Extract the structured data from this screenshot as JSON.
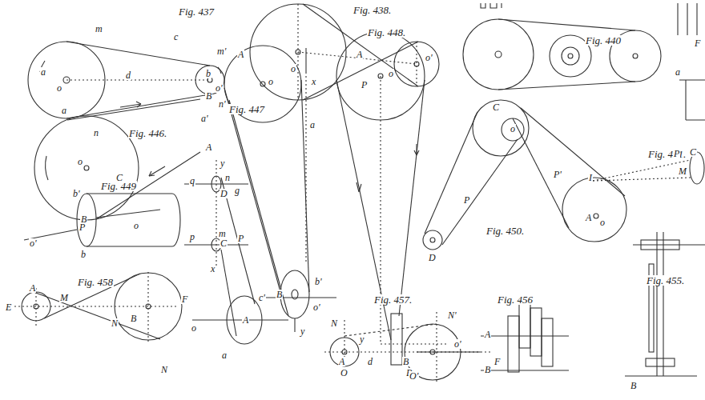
{
  "diagram": {
    "labels": [
      "Fig. 437",
      "m",
      "c",
      "m'",
      "a",
      "o",
      "d",
      "b",
      "o'",
      "n",
      "n'",
      "Fig. 438.",
      "o",
      "P",
      "o'",
      "Fig. 440",
      "F",
      "a",
      "Fig. 446.",
      "a",
      "B",
      "A",
      "o",
      "C",
      "P",
      "Fig. 447",
      "A",
      "o",
      "a'",
      "a",
      "x",
      "b'",
      "B",
      "o'",
      "y",
      "Fig. 448.",
      "A",
      "o",
      "B",
      "o'",
      "Fig. 450.",
      "C",
      "o",
      "P",
      "P'",
      "D",
      "A",
      "o",
      "Fig. 451.",
      "I",
      "P",
      "C",
      "M",
      "Fig. 449",
      "b'",
      "B",
      "o",
      "b",
      "o'",
      "y",
      "n",
      "g",
      "q",
      "D",
      "m",
      "p",
      "C",
      "P",
      "x",
      "c'",
      "A",
      "o",
      "a",
      "Fig. 458",
      "A",
      "B",
      "E",
      "F",
      "M",
      "N",
      "N",
      "Fig. 457.",
      "A",
      "B",
      "d",
      "O",
      "O'",
      "y",
      "N",
      "N'",
      "F",
      "Fig. 456",
      "A",
      "B",
      "Fig. 455.",
      "B"
    ]
  }
}
